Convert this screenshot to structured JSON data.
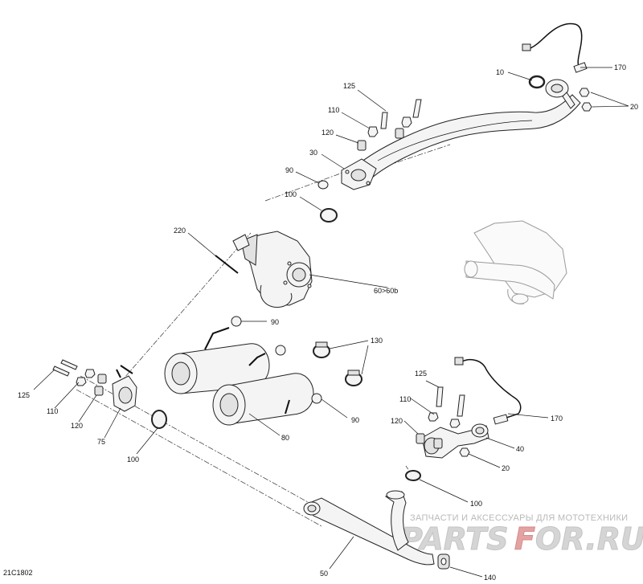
{
  "diagram_code": "21C1802",
  "callouts": {
    "c170_top": "170",
    "c10": "10",
    "c20_top": "20",
    "c125_top": "125",
    "c110_top": "110",
    "c120_top": "120",
    "c30": "30",
    "c90_top": "90",
    "c100_top": "100",
    "c220": "220",
    "c60": "60>60b",
    "c90_mid": "90",
    "c130": "130",
    "c90_low": "90",
    "c80": "80",
    "c125_left": "125",
    "c110_left": "110",
    "c120_left": "120",
    "c75": "75",
    "c100_left": "100",
    "c125_right": "125",
    "c110_right": "110",
    "c120_right": "120",
    "c170_right": "170",
    "c40": "40",
    "c20_right": "20",
    "c100_right": "100",
    "c50": "50",
    "c140": "140"
  },
  "watermark": {
    "tagline": "ЗАПЧАСТИ И АКСЕССУАРЫ ДЛЯ МОТОТЕХНИКИ",
    "logo": "PARTSFOR.RU"
  }
}
